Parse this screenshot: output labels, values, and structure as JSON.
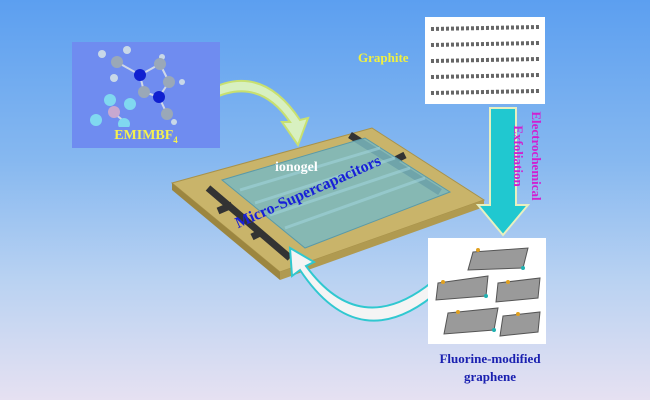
{
  "labels": {
    "emim": "EMIMBF",
    "emim_sub": "4",
    "graphite": "Graphite",
    "ionogel": "ionogel",
    "micro_supercapacitors": "Micro-Supercapacitors",
    "electrochemical": "Electrochemical",
    "exfoliation": "Exfoliation",
    "fluorine_line1": "Fluorine-modified",
    "fluorine_line2": "graphene"
  },
  "colors": {
    "arrow": "#20c8d0",
    "board": "#c9b46a",
    "gel": "#7ab8c0"
  }
}
